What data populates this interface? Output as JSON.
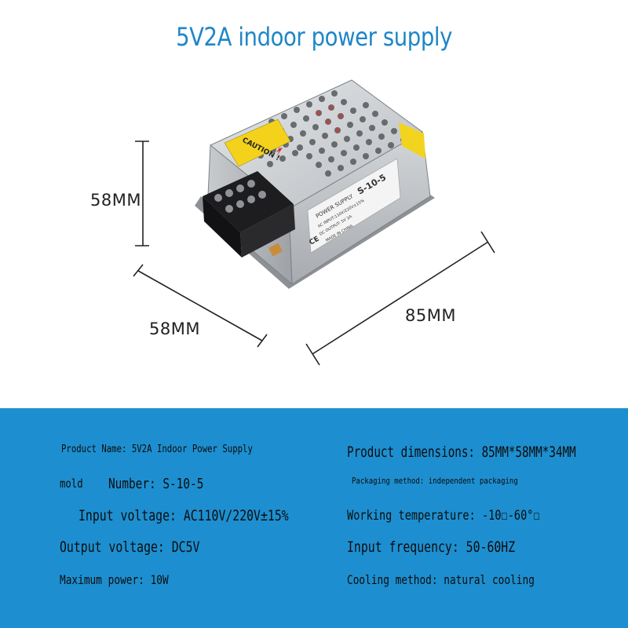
{
  "title": "5V2A indoor power supply",
  "dimensions": {
    "height": "58MM",
    "depth": "58MM",
    "length": "85MM"
  },
  "product_image": {
    "caution_label": "CAUTION !",
    "power_label": "POWER SUPPLY",
    "model_label": "S-10-5",
    "ac_input": "AC INPUT:110V/220V±15%",
    "dc_output": "DC OUTPUT:    5V 2A",
    "made_in": "MADE IN CHINA",
    "ce_mark": "CE"
  },
  "specs": {
    "product_name": "Product Name: 5V2A Indoor Power Supply",
    "mold_prefix": "mold",
    "number": "Number: S-10-5",
    "input_voltage": "Input voltage: AC110V/220V±15%",
    "output_voltage": "Output voltage: DC5V",
    "max_power": "Maximum power: 10W",
    "product_dimensions": "Product dimensions: 85MM*58MM*34MM",
    "packaging": "Packaging method: independent packaging",
    "working_temp": "Working temperature: -10☐-60°☐",
    "input_freq": "Input frequency: 50-60HZ",
    "cooling": "Cooling method: natural cooling"
  },
  "colors": {
    "title": "#1e86c8",
    "band": "#1d8fd0",
    "spec_text": "#0c0c0c"
  }
}
